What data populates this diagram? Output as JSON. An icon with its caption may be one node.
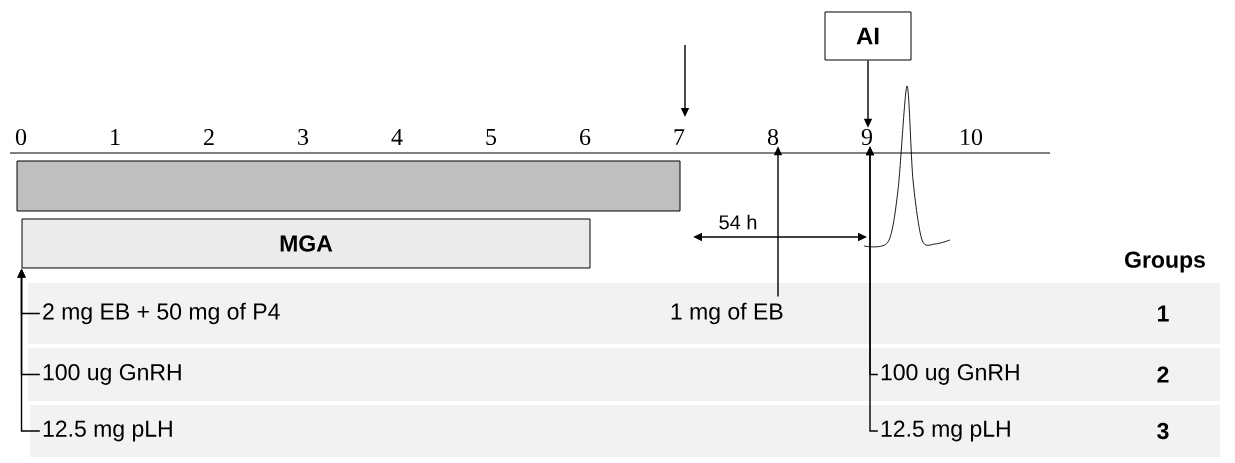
{
  "diagram": {
    "nodes": [
      {
        "text": [],
        "shape": "bar"
      },
      {
        "text": [
          "MGA"
        ]
      },
      {
        "text": [
          "AI"
        ]
      },
      {
        "text": [
          "1"
        ]
      },
      {
        "text": [
          "2 mg EB + 50 mg of P4"
        ],
        "in": 3
      },
      {
        "text": [
          "1 mg of EB"
        ],
        "in": 3
      },
      {
        "text": [
          "2"
        ]
      },
      {
        "text": [
          "100 ug GnRH"
        ],
        "in": 6
      },
      {
        "text": [
          "100 ug GnRH"
        ],
        "in": 6
      },
      {
        "text": [
          "3"
        ]
      },
      {
        "text": [
          "12.5 mg pLH"
        ],
        "in": 9
      },
      {
        "text": [
          "12.5 mg pLH"
        ],
        "in": 9
      },
      {
        "text": [
          "8"
        ]
      },
      {
        "text": [
          "9"
        ]
      }
    ],
    "edges": [
      {
        "from": 4,
        "to": 1,
        "arrow": "to"
      },
      {
        "from": 7,
        "to": 1,
        "arrow": "to"
      },
      {
        "from": 10,
        "to": 1,
        "arrow": "to"
      },
      {
        "from": 5,
        "to": 12,
        "arrow": "to"
      },
      {
        "from": 8,
        "to": 13,
        "arrow": "to"
      },
      {
        "from": 11,
        "to": 13,
        "arrow": "to"
      },
      {
        "from": 2,
        "to": 13,
        "arrow": "to"
      }
    ],
    "labels": [
      "0",
      "1",
      "2",
      "3",
      "4",
      "5",
      "6",
      "7",
      "10",
      "54 h",
      "Groups"
    ]
  }
}
